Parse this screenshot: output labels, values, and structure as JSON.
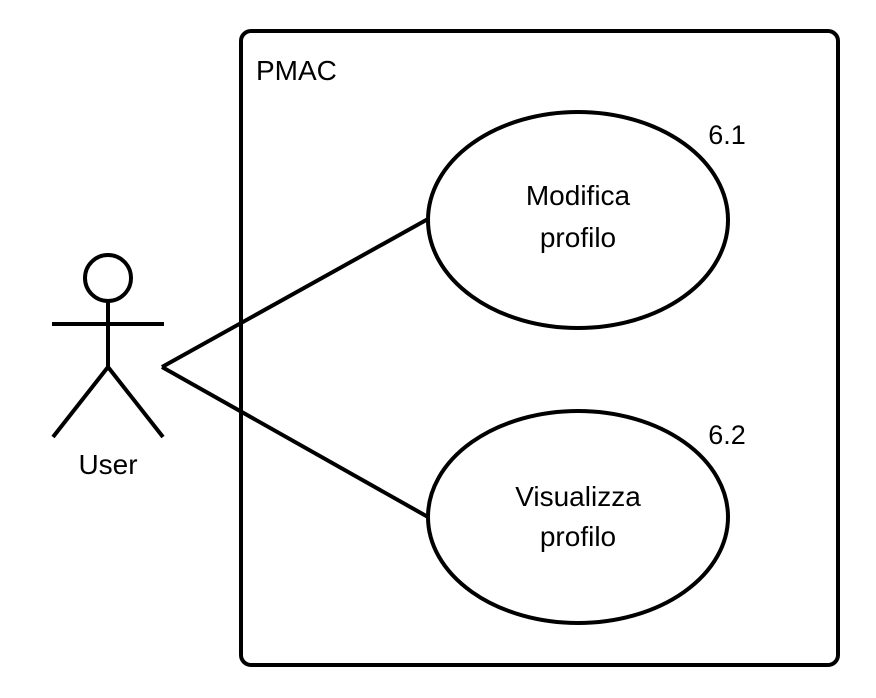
{
  "system": {
    "name": "PMAC"
  },
  "actor": {
    "name": "User"
  },
  "use_cases": [
    {
      "number": "6.1",
      "line1": "Modifica",
      "line2": "profilo"
    },
    {
      "number": "6.2",
      "line1": "Visualizza",
      "line2": "profilo"
    }
  ]
}
